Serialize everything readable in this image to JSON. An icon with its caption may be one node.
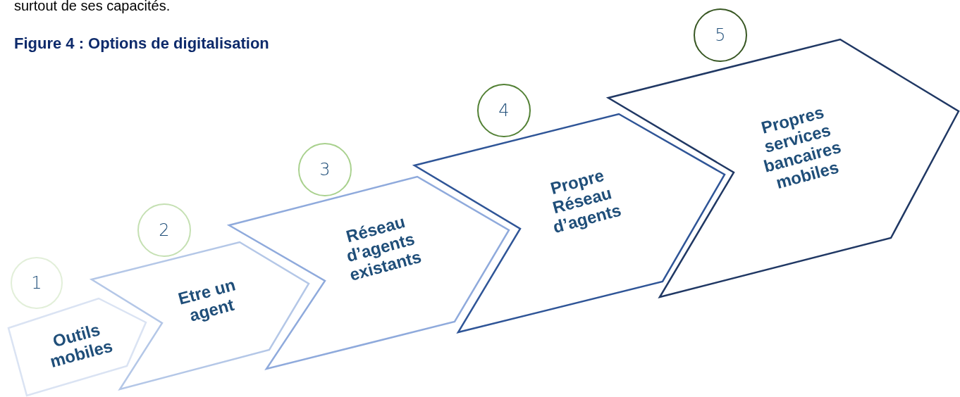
{
  "diagram": {
    "title": "Figure 4 : Options de digitalisation",
    "nodes": [
      {
        "text": [
          "1"
        ]
      },
      {
        "text": [
          "Outils mobiles"
        ]
      },
      {
        "text": [
          "2"
        ]
      },
      {
        "text": [
          "Etre un agent"
        ]
      },
      {
        "text": [
          "3"
        ]
      },
      {
        "text": [
          "Réseau d’agents existants"
        ]
      },
      {
        "text": [
          "4"
        ]
      },
      {
        "text": [
          "Propre Réseau d’agents"
        ]
      },
      {
        "text": [
          "5"
        ]
      },
      {
        "text": [
          "Propres services bancaires mobiles"
        ]
      }
    ],
    "labels": [
      "surtout de ses capacités."
    ]
  }
}
